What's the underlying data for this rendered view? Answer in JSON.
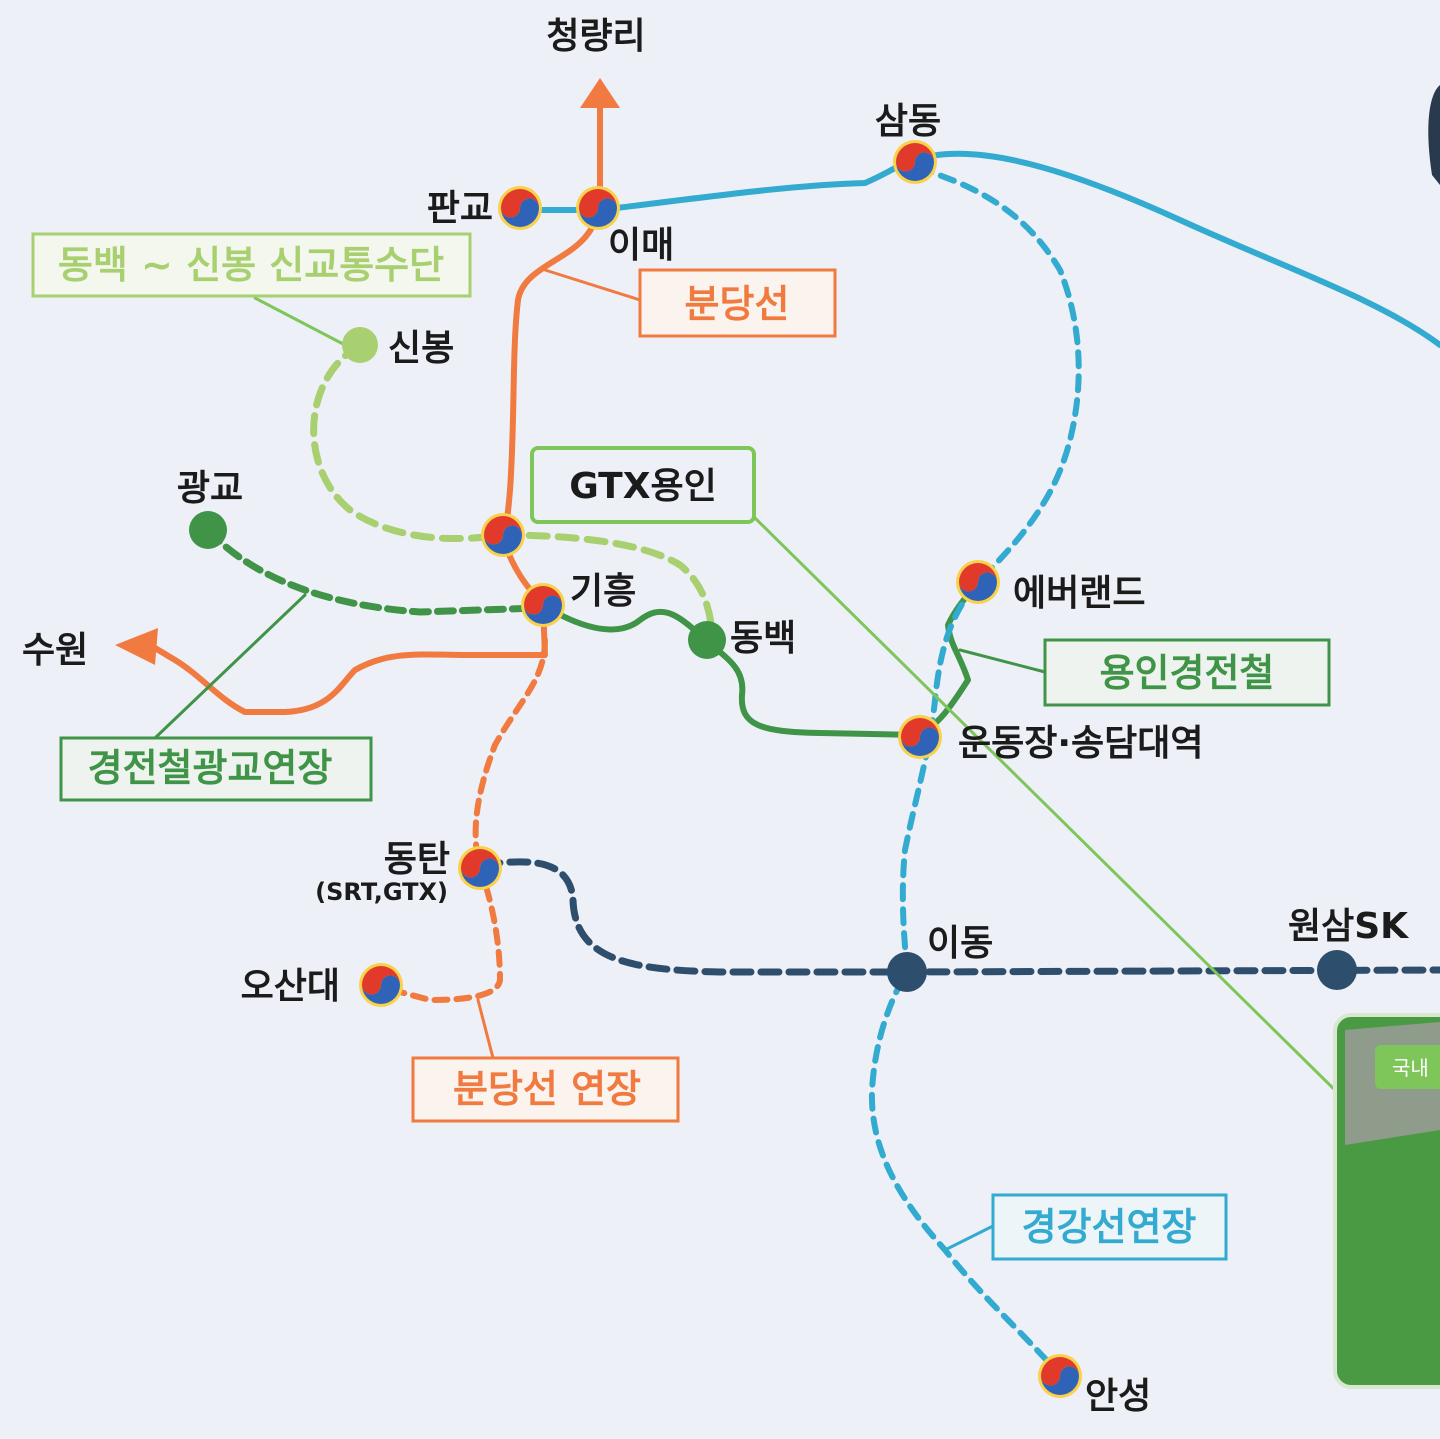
{
  "colors": {
    "background": "#eef0f8",
    "bundang_line": "#f07a3f",
    "gyeonggang_line": "#33aad0",
    "yongin_line": "#3f9447",
    "gwanggyo_extension": "#3f9447",
    "dongbaek_sinbong": "#a8d070",
    "navy_line": "#2e4e6e",
    "gtx_label": "#7ec65a",
    "inset_green": "#4a9a44"
  },
  "icons": {
    "transfer_station": "taegeuk-icon",
    "simple_station": "circle-dot-icon",
    "direction": "arrow-icon"
  },
  "stations": {
    "cheongnyangni": "청량리",
    "samdong": "삼동",
    "pangyo": "판교",
    "imae": "이매",
    "sinbong": "신봉",
    "gwanggyo": "광교",
    "giheung": "기흥",
    "dongbaek": "동백",
    "suwon": "수원",
    "everland": "에버랜드",
    "undongjang": "운동장·송담대역",
    "dongtan": "동탄",
    "dongtan_sub": "(SRT,GTX)",
    "osandae": "오산대",
    "idong": "이동",
    "wonsam": "원삼SK",
    "anseong": "안성"
  },
  "labels": {
    "dongbaek_sinbong": "동백 ~ 신봉 신교통수단",
    "bundang": "분당선",
    "gtx_yongin": "GTX용인",
    "yongin_lrt": "용인경전철",
    "gwanggyo_ext": "경전철광교연장",
    "bundang_ext": "분당선 연장",
    "gyeonggang_ext": "경강선연장",
    "inset_tag": "국내"
  }
}
